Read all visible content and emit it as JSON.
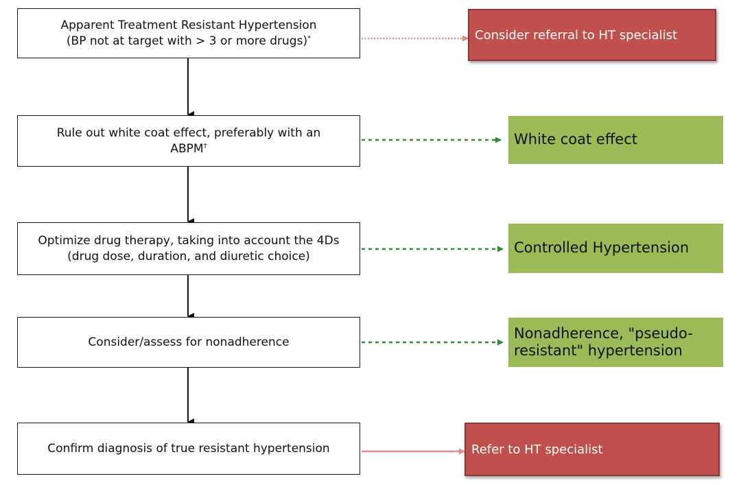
{
  "steps": [
    {
      "line1": "Apparent Treatment Resistant Hypertension",
      "line2": "(BP not at target with > 3 or more drugs)",
      "footnote_mark": "*"
    },
    {
      "line1": "Rule out white coat effect, preferably with an",
      "line2": "ABPM",
      "footnote_mark": "†"
    },
    {
      "line1": "Optimize drug therapy, taking into account the 4Ds",
      "line2": "(drug dose, duration, and diuretic choice)"
    },
    {
      "line1": "Consider/assess for nonadherence"
    },
    {
      "line1": "Confirm diagnosis of true resistant hypertension"
    }
  ],
  "outcomes": [
    {
      "text": "Consider referral to HT specialist",
      "color": "#c0504d"
    },
    {
      "text": "White coat effect",
      "color": "#9bbb59"
    },
    {
      "text": "Controlled Hypertension",
      "color": "#9bbb59"
    },
    {
      "line1": "Nonadherence, \"pseudo-",
      "line2": "resistant\" hypertension",
      "color": "#9bbb59"
    },
    {
      "text": "Refer to HT specialist",
      "color": "#c0504d"
    }
  ]
}
